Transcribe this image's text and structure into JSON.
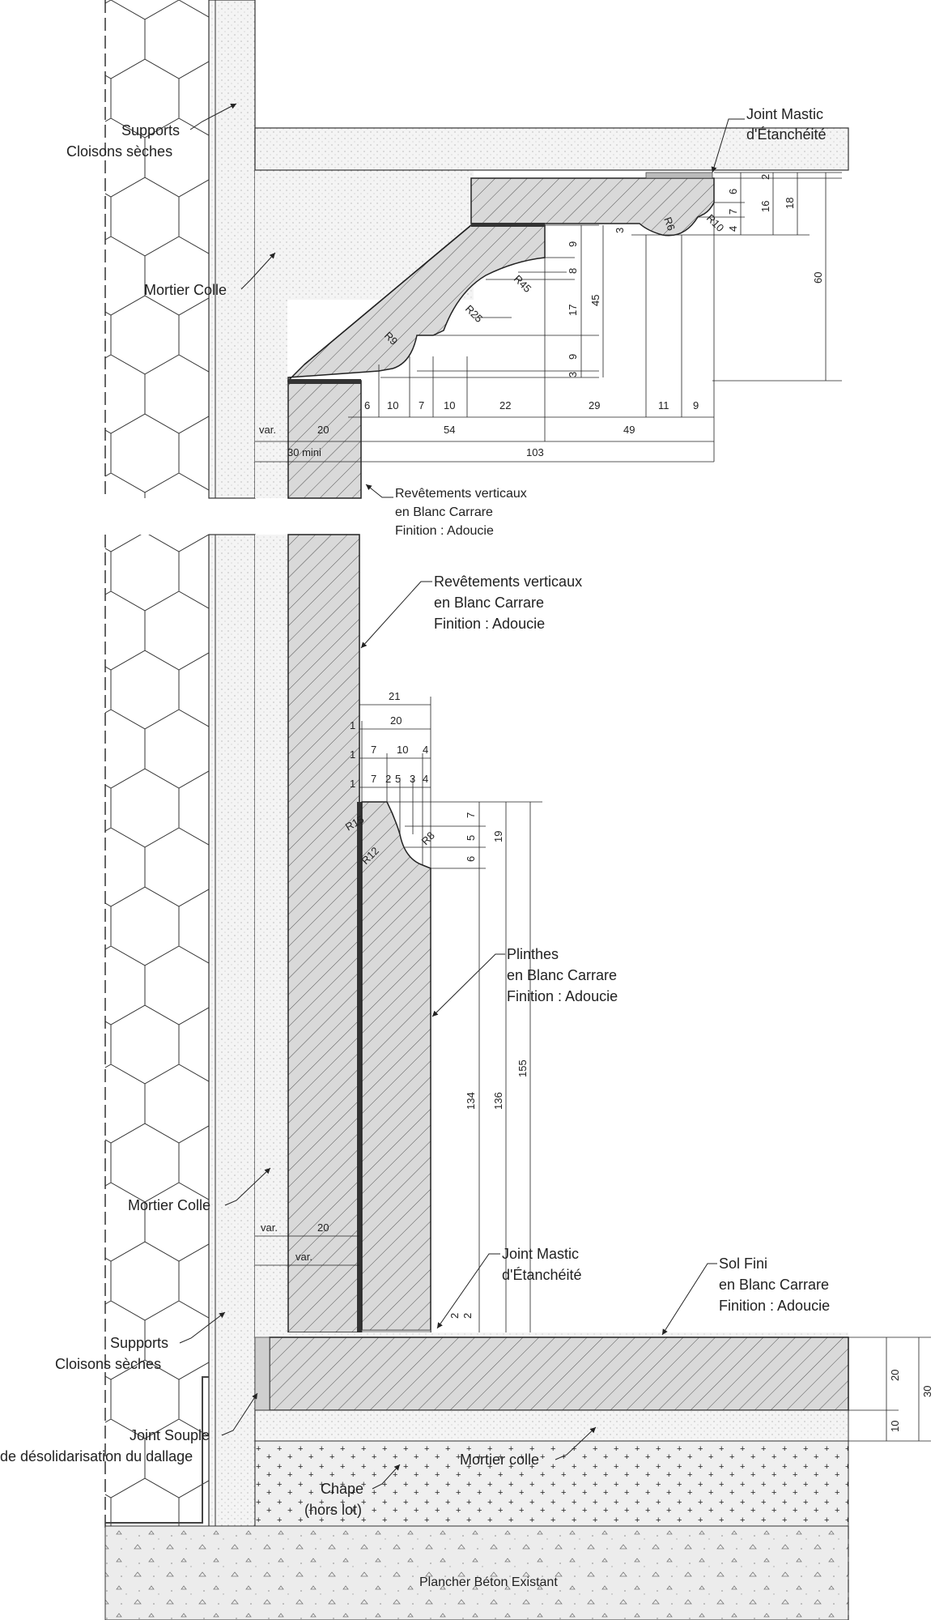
{
  "cornice": {
    "labels": {
      "joint_mastic_top_1": "Joint Mastic",
      "joint_mastic_top_2": "d'Étanchéité",
      "supports_top_1": "Supports",
      "supports_top_2": "Cloisons sèches",
      "mortier_top": "Mortier Colle",
      "revet_small_1": "Revêtements verticaux",
      "revet_small_2": "en Blanc Carrare",
      "revet_small_3": "Finition : Adoucie"
    },
    "radii": {
      "r6": "R6",
      "r10": "R10",
      "r45": "R45",
      "r25": "R25",
      "r9": "R9"
    },
    "dims_right": {
      "d2": "2",
      "d6": "6",
      "d7": "7",
      "d4": "4",
      "d16": "16",
      "d18": "18",
      "d60": "60",
      "d3a": "3"
    },
    "dims_vert": {
      "d9a": "9",
      "d8": "8",
      "d17": "17",
      "d45": "45",
      "d9b": "9",
      "d3b": "3"
    },
    "dims_horiz": {
      "h6": "6",
      "h10a": "10",
      "h7": "7",
      "h10b": "10",
      "h22": "22",
      "h29": "29",
      "h11": "11",
      "h9": "9",
      "var": "var.",
      "h20": "20",
      "h54": "54",
      "h49": "49",
      "mini": "30 mini",
      "h103": "103"
    }
  },
  "skirting": {
    "labels": {
      "revet_1": "Revêtements verticaux",
      "revet_2": "en Blanc Carrare",
      "revet_3": "Finition : Adoucie",
      "plinthes_1": "Plinthes",
      "plinthes_2": "en Blanc Carrare",
      "plinthes_3": "Finition : Adoucie",
      "mortier": "Mortier Colle",
      "joint_1": "Joint Mastic",
      "joint_2": "d'Étanchéité",
      "sol_1": "Sol Fini",
      "sol_2": "en Blanc Carrare",
      "sol_3": "Finition : Adoucie",
      "supports_1": "Supports",
      "supports_2": "Cloisons sèches",
      "souple_1": "Joint Souple",
      "souple_2": "de désolidarisation du dallage",
      "mortier_colle": "Mortier colle",
      "chape_1": "Chape",
      "chape_2": "(hors lot)",
      "plancher": "Plancher Béton Existant"
    },
    "radii": {
      "r15": "R15",
      "r8": "R8",
      "r12": "R12"
    },
    "dims_top": {
      "w21": "21",
      "w20": "20",
      "one_a": "1",
      "one_b": "1",
      "one_c": "1",
      "s7a": "7",
      "s10": "10",
      "s4a": "4",
      "s7b": "7",
      "s2": "2",
      "s5": "5",
      "s3": "3",
      "s4b": "4"
    },
    "dims_vert": {
      "v7": "7",
      "v5": "5",
      "v6": "6",
      "v19": "19",
      "v134": "134",
      "v136": "136",
      "v155": "155",
      "v2a": "2",
      "v2b": "2"
    },
    "dims_bottom": {
      "var_a": "var.",
      "w20": "20",
      "var_b": "var."
    },
    "dims_floor": {
      "f20": "20",
      "f30": "30",
      "f10": "10"
    }
  }
}
